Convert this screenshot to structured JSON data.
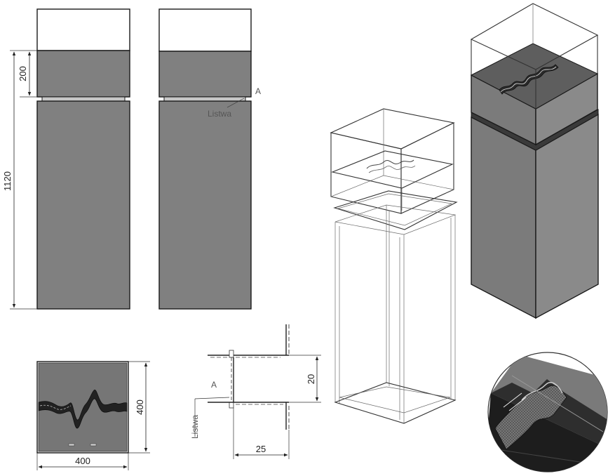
{
  "dimensions": {
    "top_height": "200",
    "total_height": "1120",
    "plan_depth": "400",
    "plan_width": "400",
    "ledge_height": "20",
    "ledge_depth": "25"
  },
  "labels": {
    "point_a": "A",
    "ledge": "Listwa"
  },
  "colors": {
    "panel": "#808080",
    "panel_dark": "#6e6e6e",
    "panel_light": "#9a9a9a",
    "line": "#1a1a1a",
    "glass": "#ffffff"
  }
}
